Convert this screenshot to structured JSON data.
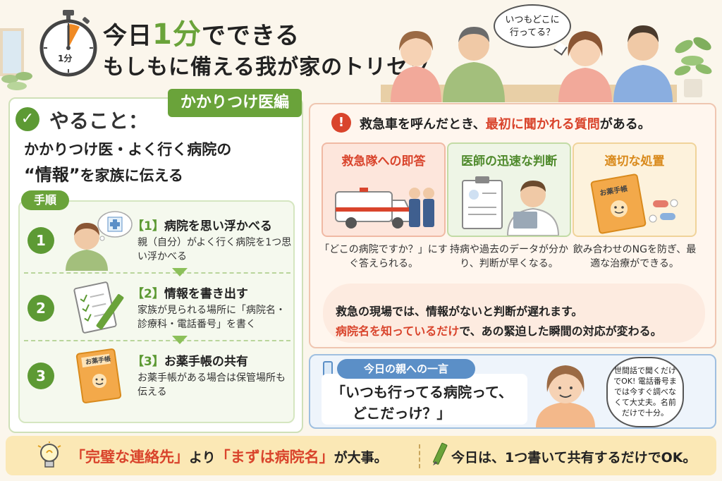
{
  "header": {
    "title_line1_pre": "今日",
    "title_line1_accent": "1分",
    "title_line1_post": "でできる",
    "title_line2": "もしもに備える我が家のトリセツ",
    "stopwatch_label": "1分",
    "speech_bubble": [
      "いつもどこに",
      "行ってる？"
    ]
  },
  "todo": {
    "heading": "やること：",
    "tag": "かかりつけ医編",
    "lead_line1": "かかりつけ医・よく行く病院の",
    "lead_line2_q": "“情報”",
    "lead_line2_rest": "を家族に伝える"
  },
  "steps": {
    "tab": "手順",
    "items": [
      {
        "num": "1",
        "label_num": "【1】",
        "title": "病院を思い浮かべる",
        "desc": "親（自分）がよく行く病院を1つ思い浮かべる"
      },
      {
        "num": "2",
        "label_num": "【2】",
        "title": "情報を書き出す",
        "desc": "家族が見られる場所に「病院名・診療科・電話番号」を書く"
      },
      {
        "num": "3",
        "label_num": "【3】",
        "title": "お薬手帳の共有",
        "desc": "お薬手帳がある場合は保管場所も伝える"
      }
    ]
  },
  "emergency": {
    "alert_pre": "救急車を呼んだとき、",
    "alert_red": "最初に聞かれる質問",
    "alert_post": "がある。",
    "cards": [
      {
        "title": "救急隊への即答",
        "desc": "「どこの病院ですか？」にすぐ答えられる。",
        "color": "#d9442c"
      },
      {
        "title": "医師の迅速な判断",
        "desc": "持病や過去のデータが分かり、判断が早くなる。",
        "color": "#4f8a2c"
      },
      {
        "title": "適切な処置",
        "desc": "飲み合わせのNGを防ぎ、最適な治療ができる。",
        "color": "#d98a1c"
      }
    ],
    "notebook_label": "お薬手帳",
    "notice_line1": "救急の現場では、情報がないと判断が遅れます。",
    "notice_line2_red": "病院名を知っているだけ",
    "notice_line2_rest": "で、あの緊迫した瞬間の対応が変わる。"
  },
  "parent": {
    "tab": "今日の親への一言",
    "quote_line1": "「いつも行ってる病院って、",
    "quote_line2": "どこだっけ？」",
    "side_bubble": "世間話で聞くだけでOK! 電話番号までは今すぐ調べなくて大丈夫。名前だけで十分。"
  },
  "footer": {
    "q1": "「完璧な連絡先」",
    "mid": "より",
    "q2": "「まずは病院名」",
    "end": "が大事。",
    "right": "今日は、1つ書いて共有するだけでOK。"
  },
  "colors": {
    "green": "#6aa33a",
    "red": "#d9442c",
    "blue": "#5b8fc7",
    "orange": "#d98a1c",
    "footer_bg": "#fbe8b5"
  }
}
